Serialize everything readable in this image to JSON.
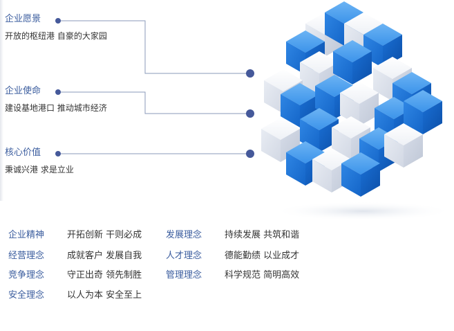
{
  "sections": [
    {
      "title": "企业愿景",
      "desc": "开放的枢纽港 自豪的大家园"
    },
    {
      "title": "企业使命",
      "desc": "建设基地港口 推动城市经济"
    },
    {
      "title": "核心价值",
      "desc": "秉诚兴港 求是立业"
    }
  ],
  "values": [
    {
      "label": "企业精神",
      "text": "开拓创新 干则必成",
      "label2": "发展理念",
      "text2": "持续发展 共筑和谐"
    },
    {
      "label": "经营理念",
      "text": "成就客户 发展自我",
      "label2": "人才理念",
      "text2": "德能勤绩 以业成才"
    },
    {
      "label": "竞争理念",
      "text": "守正出奇 领先制胜",
      "label2": "管理理念",
      "text2": "科学规范 简明高效"
    },
    {
      "label": "安全理念",
      "text": "以人为本 安全至上"
    }
  ],
  "colors": {
    "accent": "#3a5c9e",
    "text": "#333333",
    "cube_blue": "#1f7de0",
    "cube_white": "#f2f4f8"
  },
  "decor": {
    "cube": "cube-cluster-illustration"
  }
}
